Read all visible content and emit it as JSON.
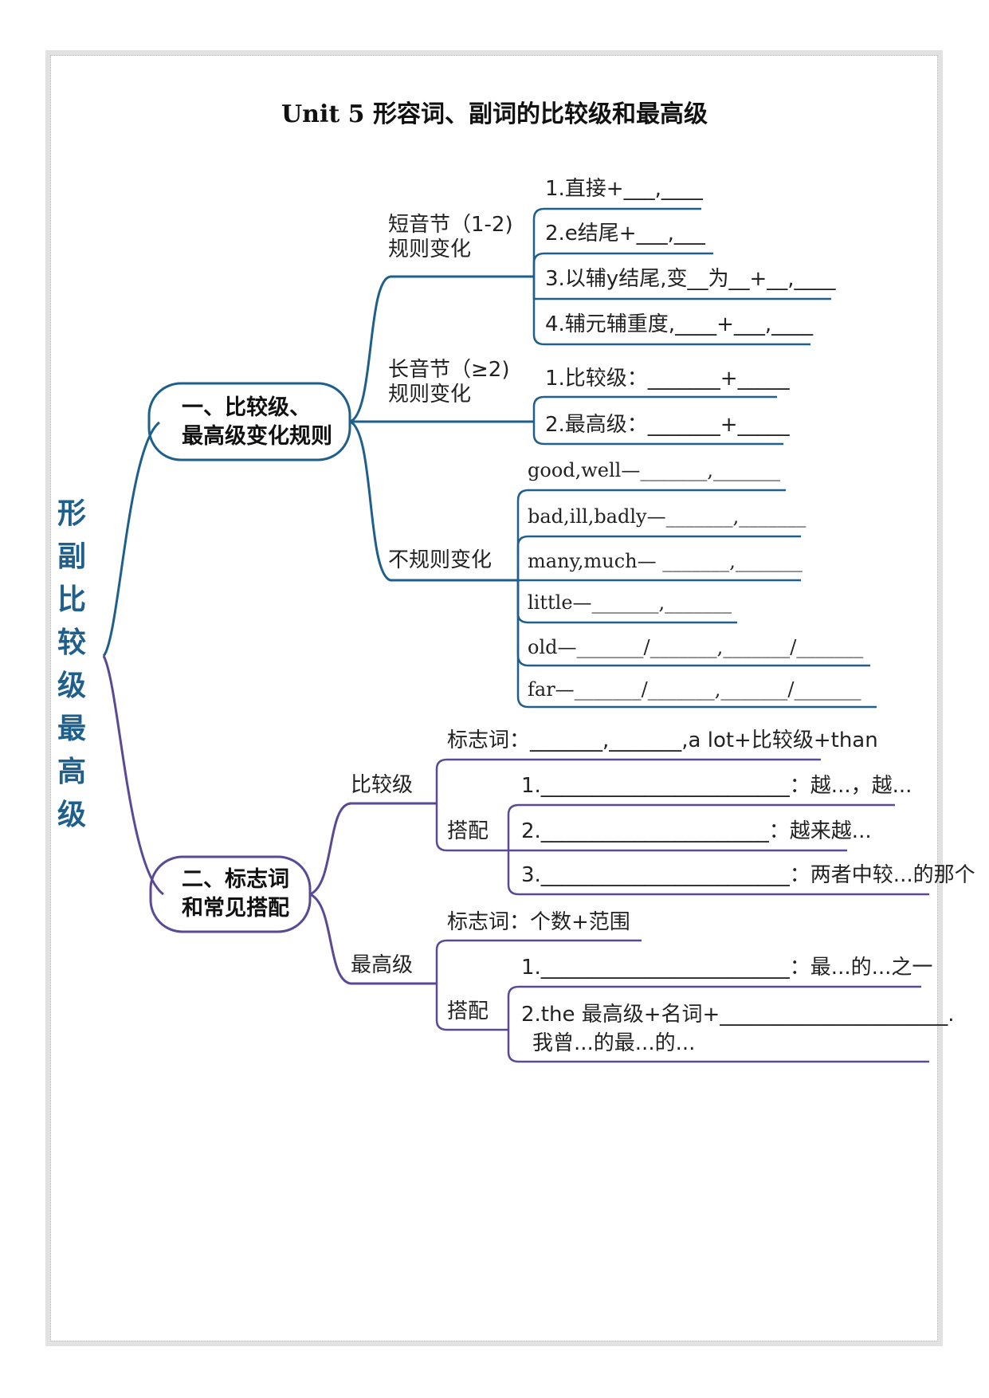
{
  "title": "Unit 5  形容词、副词的比较级和最高级",
  "side_title": [
    "形",
    "副",
    "比",
    "较",
    "级",
    "最",
    "高",
    "级"
  ],
  "part1": {
    "label_line1": "一、比较级、",
    "label_line2": "最高级变化规则",
    "short": {
      "label_line1": "短音节（1-2)",
      "label_line2": "规则变化",
      "items": [
        "1.直接+___,____",
        "2.e结尾+___,___",
        "3.以辅y结尾,变__为__+__,____",
        "4.辅元辅重度,____+___,____"
      ]
    },
    "long": {
      "label_line1": "长音节（≥2)",
      "label_line2": "规则变化",
      "items": [
        "1.比较级：_______+_____",
        "2.最高级：_______+_____"
      ]
    },
    "irregular": {
      "label": "不规则变化",
      "items": [
        "good,well—_______,_______",
        "bad,ill,badly—_______,_______",
        "many,much— _______,_______",
        "little—_______,_______",
        "old—_______/_______,_______/_______",
        "far—_______/_______,_______/_______"
      ]
    }
  },
  "part2": {
    "label_line1": "二、标志词",
    "label_line2": "和常见搭配",
    "comparative": {
      "label": "比较级",
      "signal": "标志词：_______,_______,a lot+比较级+than",
      "collocation_label": "搭配",
      "items": [
        "1.________________________：越...，越...",
        "2.______________________：越来越...",
        "3.________________________：两者中较...的那个"
      ]
    },
    "superlative": {
      "label": "最高级",
      "signal": "标志词：个数+范围",
      "collocation_label": "搭配",
      "items": [
        "1.________________________：最...的...之一",
        "2.the 最高级+名词+______________________."
      ],
      "item2_line2": "我曾...的最...的..."
    }
  },
  "colors": {
    "blue": "#1f5f8b",
    "purple": "#5a4a96",
    "title_blue": "#1f5f8b"
  }
}
